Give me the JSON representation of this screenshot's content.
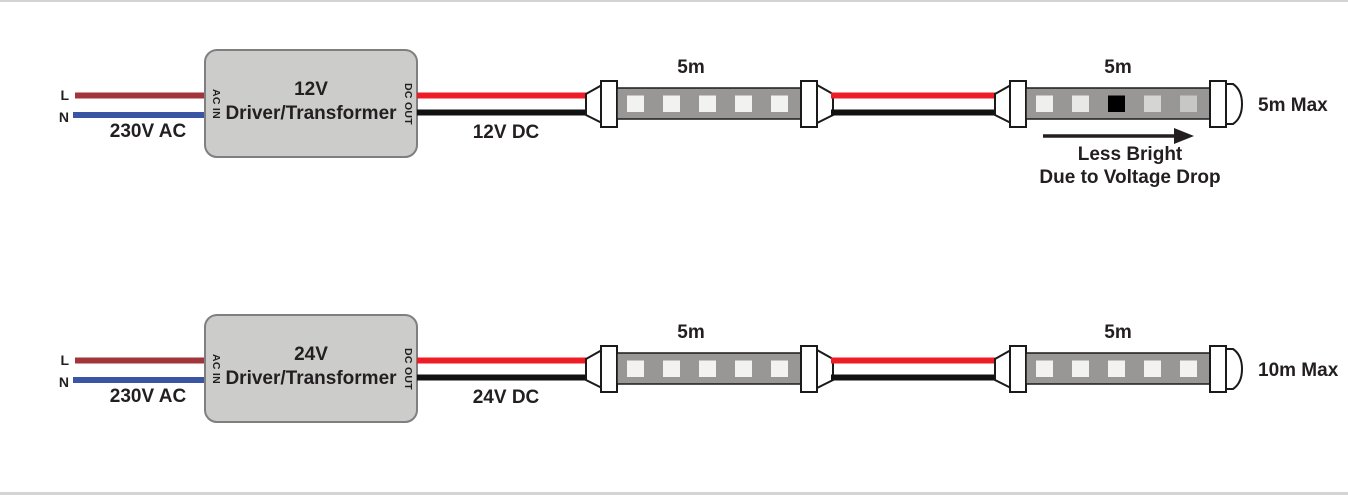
{
  "diagram": {
    "type": "led-strip-wiring-diagram",
    "rows": [
      {
        "voltage": "12V",
        "live_label": "L",
        "neutral_label": "N",
        "ac_supply_label": "230V AC",
        "ac_in_port_label": "AC IN",
        "dc_out_port_label": "DC OUT",
        "driver_label_line1": "12V",
        "driver_label_line2": "Driver/Transformer",
        "dc_output_label": "12V DC",
        "strip1_length_label": "5m",
        "strip2_length_label": "5m",
        "max_run_label": "5m Max",
        "note_line1": "Less Bright",
        "note_line2": "Due to Voltage Drop",
        "strip1_led_colors": [
          "#f2f2f0",
          "#f2f2f0",
          "#f2f2f0",
          "#f2f2f0",
          "#f2f2f0"
        ],
        "strip2_led_colors": [
          "#efefed",
          "#e8e8e6",
          "#e1e1df",
          "#d5d5d3",
          "#c7c7c5"
        ]
      },
      {
        "voltage": "24V",
        "live_label": "L",
        "neutral_label": "N",
        "ac_supply_label": "230V AC",
        "ac_in_port_label": "AC IN",
        "dc_out_port_label": "DC OUT",
        "driver_label_line1": "24V",
        "driver_label_line2": "Driver/Transformer",
        "dc_output_label": "24V DC",
        "strip1_length_label": "5m",
        "strip2_length_label": "5m",
        "max_run_label": "10m Max",
        "strip1_led_colors": [
          "#f2f2f0",
          "#f2f2f0",
          "#f2f2f0",
          "#f2f2f0",
          "#f2f2f0"
        ],
        "strip2_led_colors": [
          "#f2f2f0",
          "#f2f2f0",
          "#f2f2f0",
          "#f2f2f0",
          "#f2f2f0"
        ]
      }
    ]
  },
  "colors": {
    "wire_live": "#a23539",
    "wire_neutral": "#3b55a5",
    "wire_positive": "#ee1c25",
    "wire_negative": "#121212",
    "driver_box_fill": "#cccccb",
    "driver_box_border": "#7f7f7f",
    "strip_fill": "#999795",
    "strip_border": "#1a1a1a",
    "connector_fill": "#ffffff",
    "connector_border": "#1a1a1a",
    "text": "#231f20",
    "page_border": "#d4d4d4"
  }
}
